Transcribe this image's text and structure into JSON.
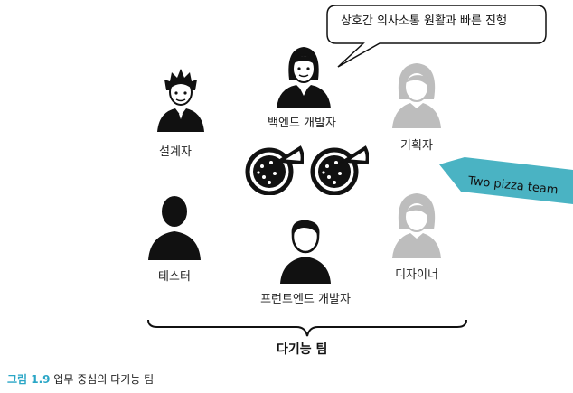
{
  "speech_bubble": {
    "text": "상호간 의사소통 원활과 빠른 진행"
  },
  "roles": {
    "backend": "백엔드 개발자",
    "architect": "설계자",
    "planner": "기획자",
    "tester": "테스터",
    "frontend": "프런트엔드 개발자",
    "designer": "디자이너"
  },
  "tag": {
    "text": "Two pizza team"
  },
  "team": {
    "label": "다기능 팀"
  },
  "caption": {
    "number": "그림 1.9",
    "text": "업무 중심의 다기능 팀"
  },
  "colors": {
    "person_dark": "#111111",
    "person_gray": "#bdbdbd",
    "tag_bg": "#4ab3c3",
    "caption_accent": "#2aa6c6"
  }
}
